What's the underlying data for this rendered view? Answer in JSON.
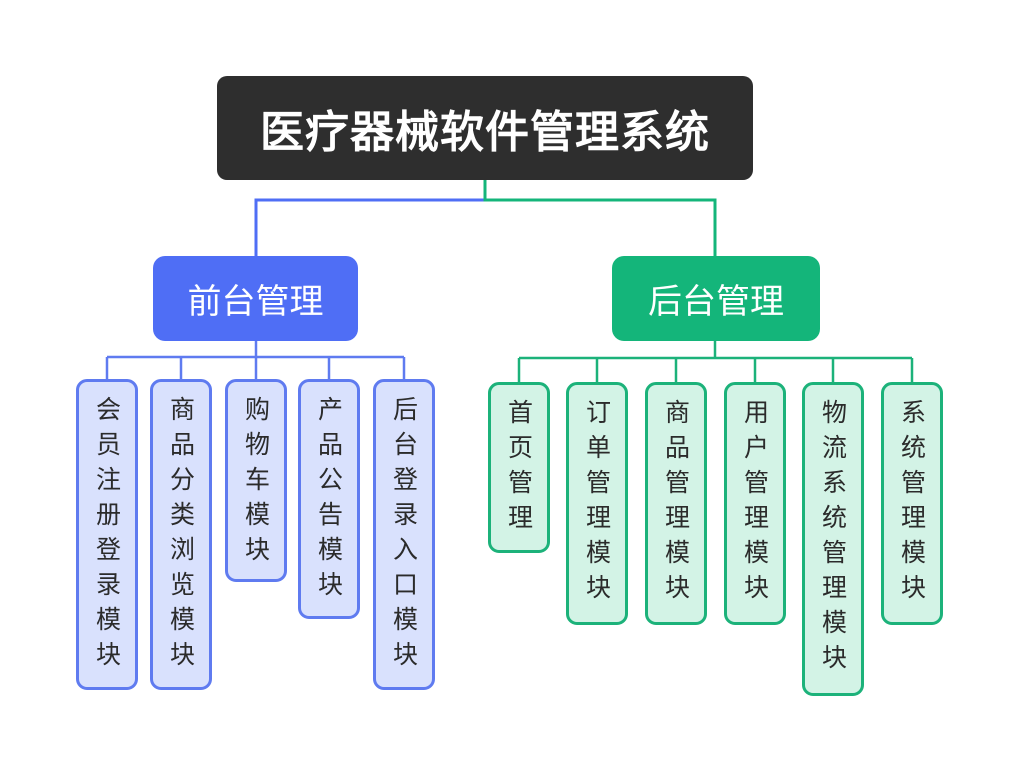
{
  "root": {
    "title": "医疗器械软件管理系统"
  },
  "front": {
    "title": "前台管理",
    "modules": [
      {
        "label": "会员注册登录模块"
      },
      {
        "label": "商品分类浏览模块"
      },
      {
        "label": "购物车模块"
      },
      {
        "label": "产品公告模块"
      },
      {
        "label": "后台登录入口模块"
      }
    ]
  },
  "back": {
    "title": "后台管理",
    "modules": [
      {
        "label": "首页管理"
      },
      {
        "label": "订单管理模块"
      },
      {
        "label": "商品管理模块"
      },
      {
        "label": "用户管理模块"
      },
      {
        "label": "物流系统管理模块"
      },
      {
        "label": "系统管理模块"
      }
    ]
  },
  "colors": {
    "root_bg": "#2e2e2e",
    "front_accent": "#4f6ef5",
    "front_fill": "#d9e1fd",
    "back_accent": "#14b57a",
    "back_fill": "#d3f3e6"
  }
}
